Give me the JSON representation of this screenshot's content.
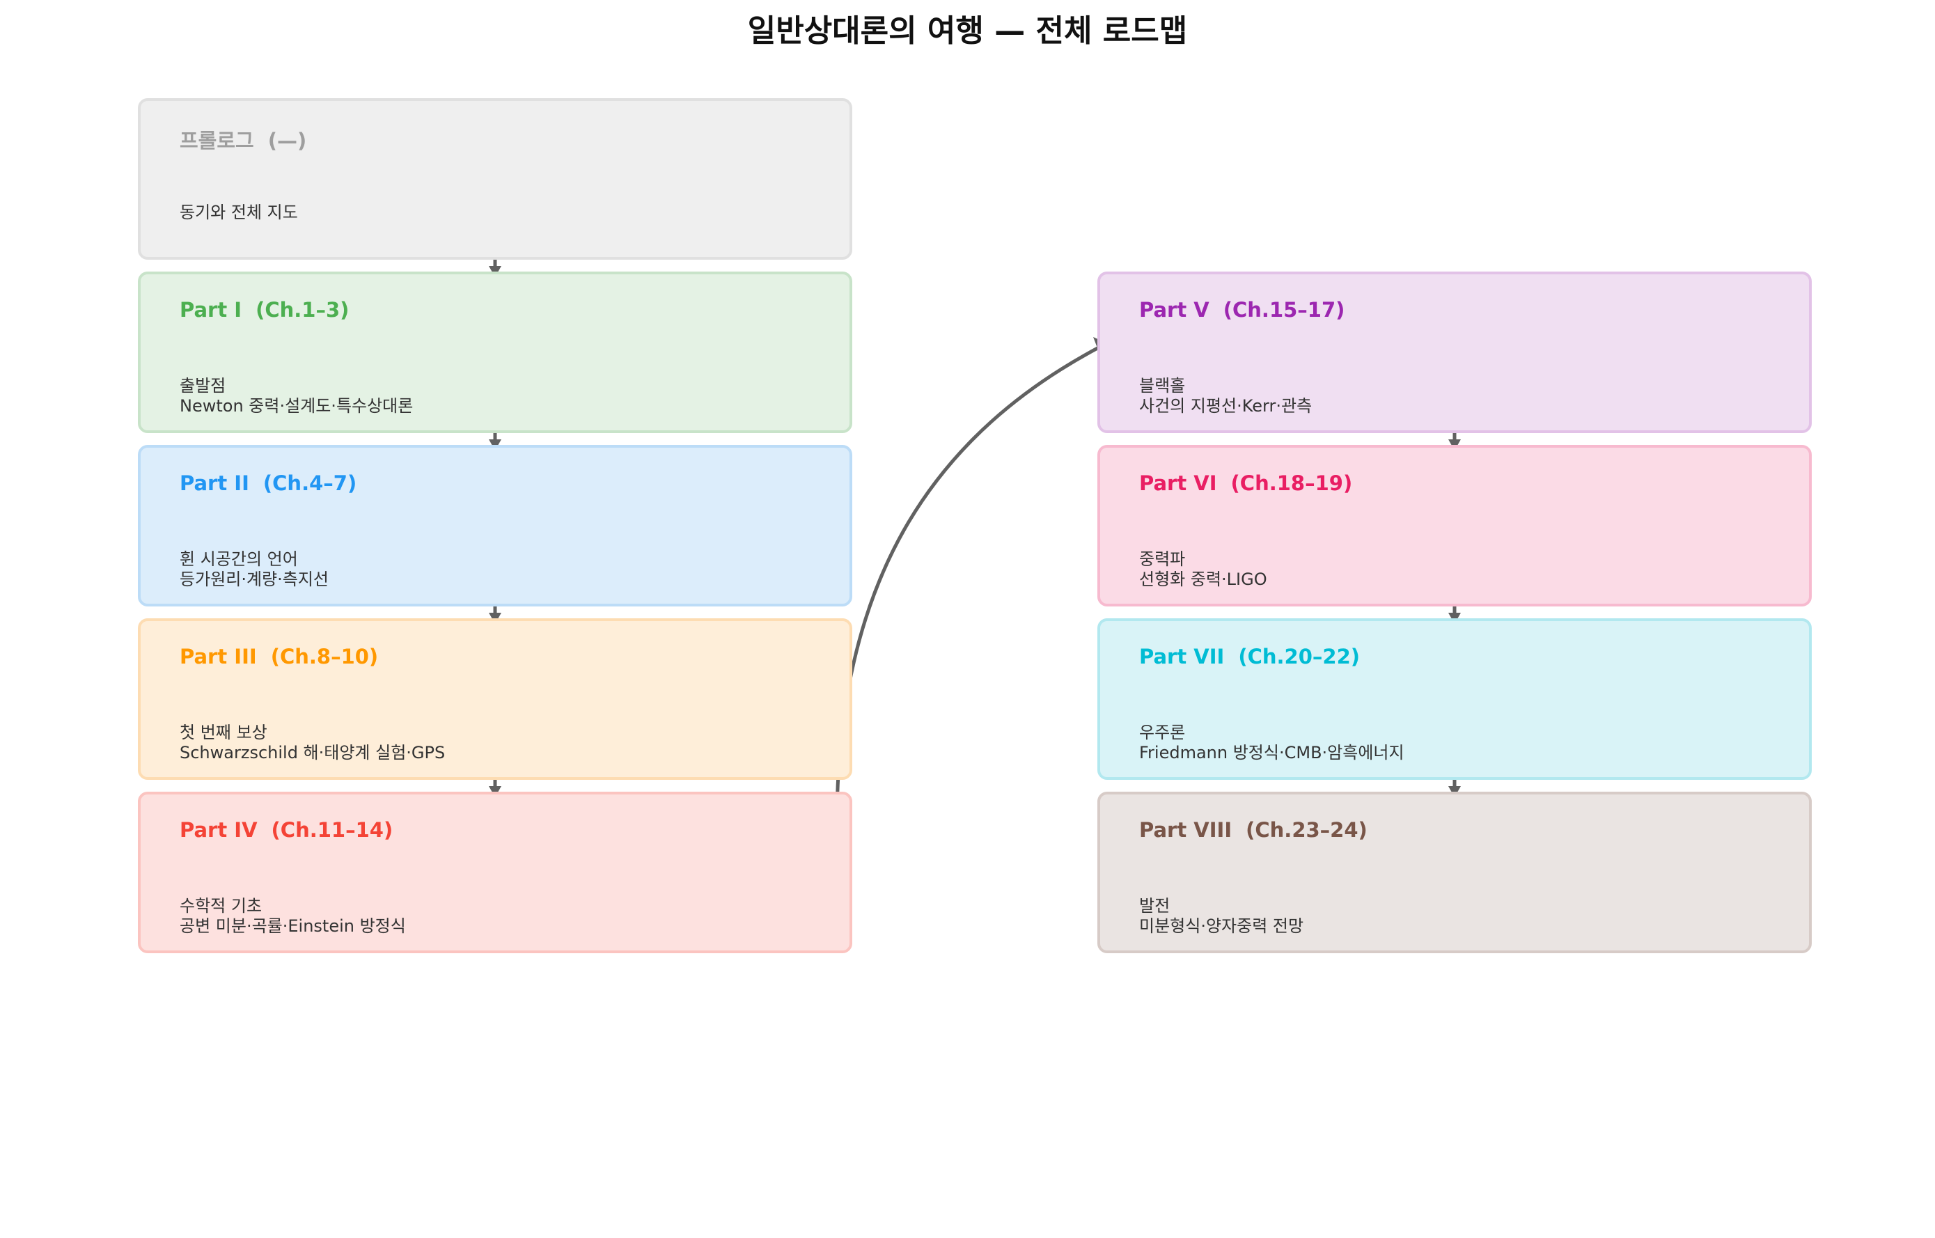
{
  "title": "일반상대론의 여행 — 전체 로드맵",
  "parts": [
    {
      "id": "prologue",
      "name": "프롤로그",
      "chapters": "(—)",
      "lines": [
        "동기와 전체 지도"
      ],
      "color": "#9e9e9e",
      "bg": "#efefef",
      "border": "#e0e0e0"
    },
    {
      "id": "part1",
      "name": "Part I",
      "chapters": "(Ch.1–3)",
      "lines": [
        "출발점",
        "Newton 중력·설계도·특수상대론"
      ],
      "color": "#4caf50",
      "bg": "#e4f2e4",
      "border": "#c8e3c9"
    },
    {
      "id": "part2",
      "name": "Part II",
      "chapters": "(Ch.4–7)",
      "lines": [
        "휜 시공간의 언어",
        "등가원리·계량·측지선"
      ],
      "color": "#2196f3",
      "bg": "#dcedfb",
      "border": "#bcdcf7"
    },
    {
      "id": "part3",
      "name": "Part III",
      "chapters": "(Ch.8–10)",
      "lines": [
        "첫 번째 보상",
        "Schwarzschild 해·태양계 실험·GPS"
      ],
      "color": "#ff9800",
      "bg": "#feeed9",
      "border": "#fddcb2"
    },
    {
      "id": "part4",
      "name": "Part IV",
      "chapters": "(Ch.11–14)",
      "lines": [
        "수학적 기초",
        "공변 미분·곡률·Einstein 방정식"
      ],
      "color": "#f44336",
      "bg": "#fde1df",
      "border": "#fbc4c0"
    },
    {
      "id": "part5",
      "name": "Part V",
      "chapters": "(Ch.15–17)",
      "lines": [
        "블랙홀",
        "사건의 지평선·Kerr·관측"
      ],
      "color": "#9c27b0",
      "bg": "#f0dff2",
      "border": "#e2c2e7"
    },
    {
      "id": "part6",
      "name": "Part VI",
      "chapters": "(Ch.18–19)",
      "lines": [
        "중력파",
        "선형화 중력·LIGO"
      ],
      "color": "#e91e63",
      "bg": "#fbdbe6",
      "border": "#f7bacf"
    },
    {
      "id": "part7",
      "name": "Part VII",
      "chapters": "(Ch.20–22)",
      "lines": [
        "우주론",
        "Friedmann 방정식·CMB·암흑에너지"
      ],
      "color": "#00bcd4",
      "bg": "#d9f3f7",
      "border": "#b2e8ef"
    },
    {
      "id": "part8",
      "name": "Part VIII",
      "chapters": "(Ch.23–24)",
      "lines": [
        "발전",
        "미분형식·양자중력 전망"
      ],
      "color": "#795548",
      "bg": "#eae4e2",
      "border": "#d7cbc7"
    }
  ],
  "arrow_color": "#616161"
}
